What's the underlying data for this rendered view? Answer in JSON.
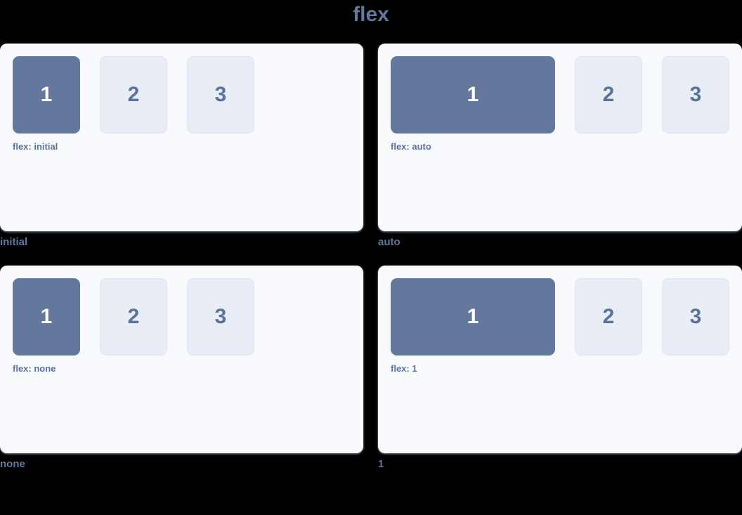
{
  "page": {
    "title": "flex",
    "title_color": "#64789e",
    "background_color": "#000000",
    "panel_background": "#f8fafd",
    "primary_box_color": "#64789e",
    "plain_box_color": "#e8edf6",
    "text_accent_color": "#5b7299"
  },
  "demos": [
    {
      "caption": "initial",
      "note": "flex: initial",
      "variant": "v-initial",
      "boxes": [
        {
          "label": "1",
          "style": "primary"
        },
        {
          "label": "2",
          "style": "plain"
        },
        {
          "label": "3",
          "style": "plain"
        }
      ]
    },
    {
      "caption": "auto",
      "note": "flex: auto",
      "variant": "v-auto",
      "boxes": [
        {
          "label": "1",
          "style": "primary"
        },
        {
          "label": "2",
          "style": "plain"
        },
        {
          "label": "3",
          "style": "plain"
        }
      ]
    },
    {
      "caption": "none",
      "note": "flex: none",
      "variant": "v-none",
      "boxes": [
        {
          "label": "1",
          "style": "primary"
        },
        {
          "label": "2",
          "style": "plain"
        },
        {
          "label": "3",
          "style": "plain"
        }
      ]
    },
    {
      "caption": "1",
      "note": "flex: 1",
      "variant": "v-one",
      "boxes": [
        {
          "label": "1",
          "style": "primary"
        },
        {
          "label": "2",
          "style": "plain"
        },
        {
          "label": "3",
          "style": "plain"
        }
      ]
    }
  ]
}
